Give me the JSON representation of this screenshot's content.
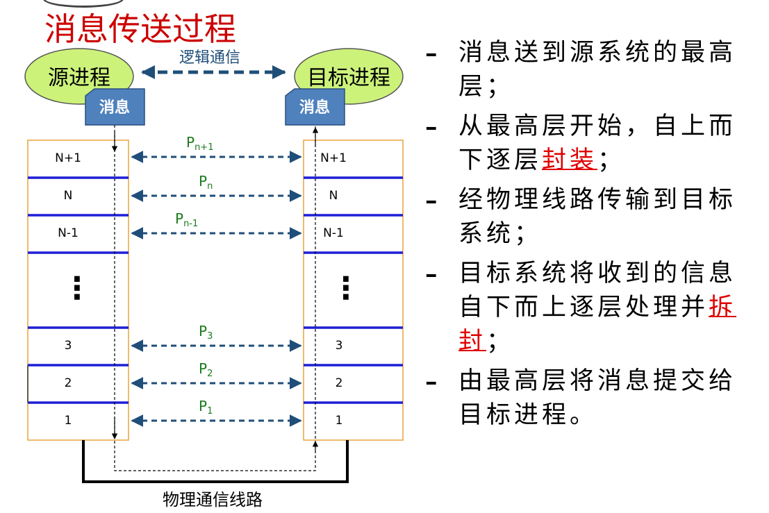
{
  "title": "消息传送过程",
  "processes": {
    "source": "源进程",
    "target": "目标进程",
    "logical_comm": "逻辑通信",
    "message": "消息"
  },
  "layers": [
    "N+1",
    "N",
    "N-1",
    "⋮",
    "3",
    "2",
    "1"
  ],
  "protocols": [
    {
      "base": "P",
      "sub": "n+1"
    },
    {
      "base": "P",
      "sub": "n"
    },
    {
      "base": "P",
      "sub": "n-1"
    },
    {
      "base": "P",
      "sub": "3"
    },
    {
      "base": "P",
      "sub": "2"
    },
    {
      "base": "P",
      "sub": "1"
    }
  ],
  "physical_line": "物理通信线路",
  "bullets": [
    {
      "dash": "–",
      "parts": [
        {
          "t": "消息送到源系统的最高层；"
        }
      ]
    },
    {
      "dash": "–",
      "parts": [
        {
          "t": "从最高层开始，自上而下逐层"
        },
        {
          "t": "封装",
          "hl": true
        },
        {
          "t": "；"
        }
      ]
    },
    {
      "dash": "–",
      "parts": [
        {
          "t": "经物理线路传输到目标系统；"
        }
      ]
    },
    {
      "dash": "–",
      "parts": [
        {
          "t": "目标系统将收到的信息自下而上逐层处理并"
        },
        {
          "t": "拆封",
          "hl": true
        },
        {
          "t": "；"
        }
      ]
    },
    {
      "dash": "–",
      "parts": [
        {
          "t": "由最高层将消息提交给目标进程。"
        }
      ]
    }
  ],
  "colors": {
    "title": "#cc0000",
    "ellipse_fill": "#ccf27a",
    "message_box": "#4f81bd",
    "layer_border": "#e8a33d",
    "layer_divider": "#1f1fd6",
    "protocol_label": "#1a7a1a",
    "arrow": "#1f4e79",
    "highlight": "#e00000"
  }
}
